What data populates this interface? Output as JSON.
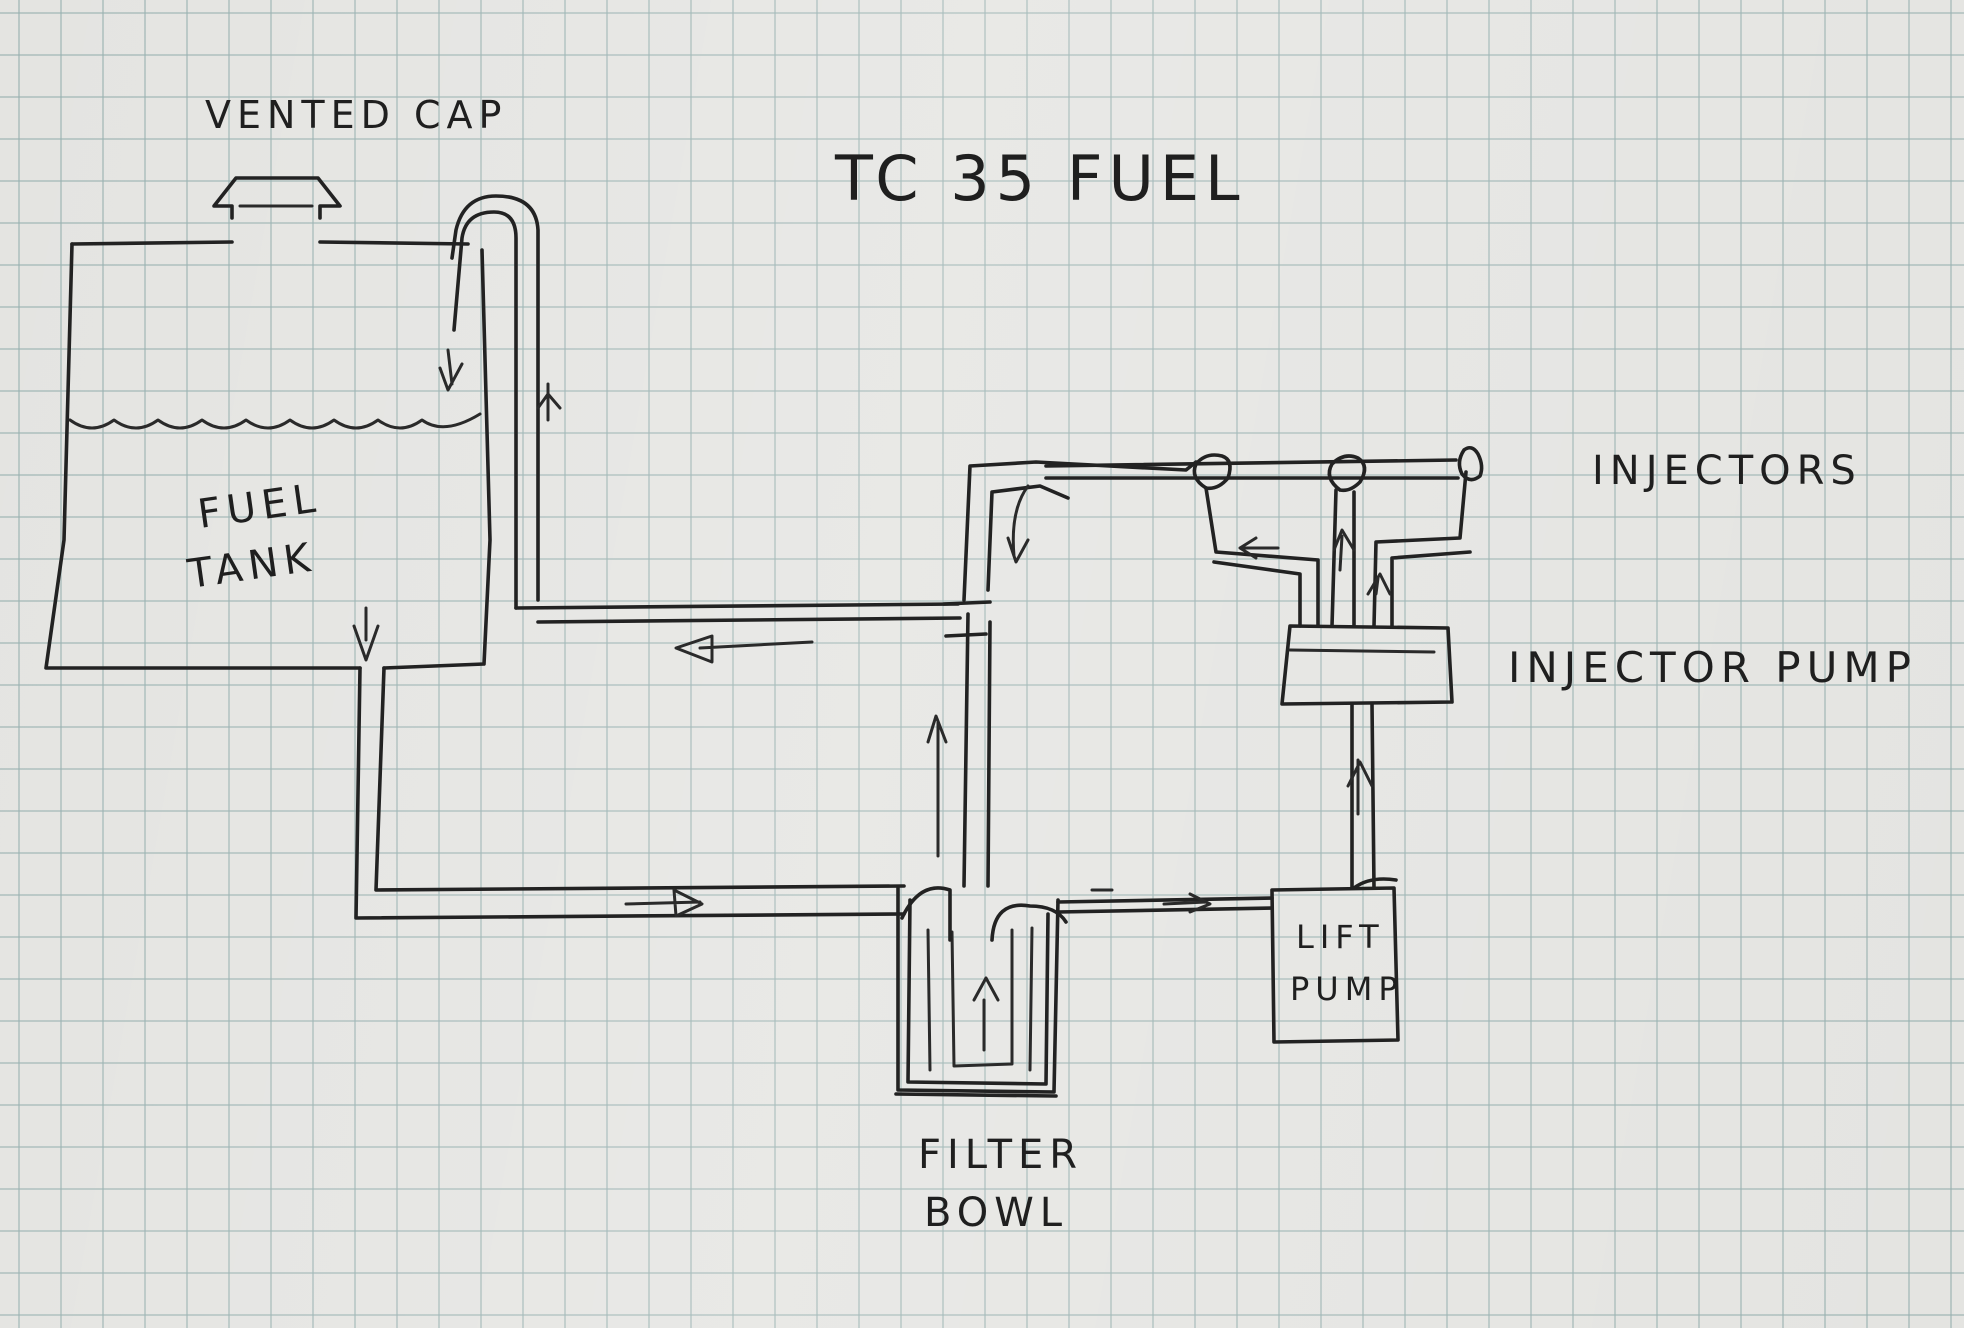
{
  "title": "TC 35 FUEL",
  "labels": {
    "vented_cap": "VENTED CAP",
    "fuel_tank_line1": "FUEL",
    "fuel_tank_line2": "TANK",
    "injectors": "INJECTORS",
    "injector_pump": "INJECTOR PUMP",
    "lift_pump_line1": "LIFT",
    "lift_pump_line2": "PUMP",
    "filter_bowl_line1": "FILTER",
    "filter_bowl_line2": "BOWL"
  },
  "colors": {
    "ink": "#222222",
    "paper": "#e4e4e1",
    "grid": "#96afaf"
  }
}
